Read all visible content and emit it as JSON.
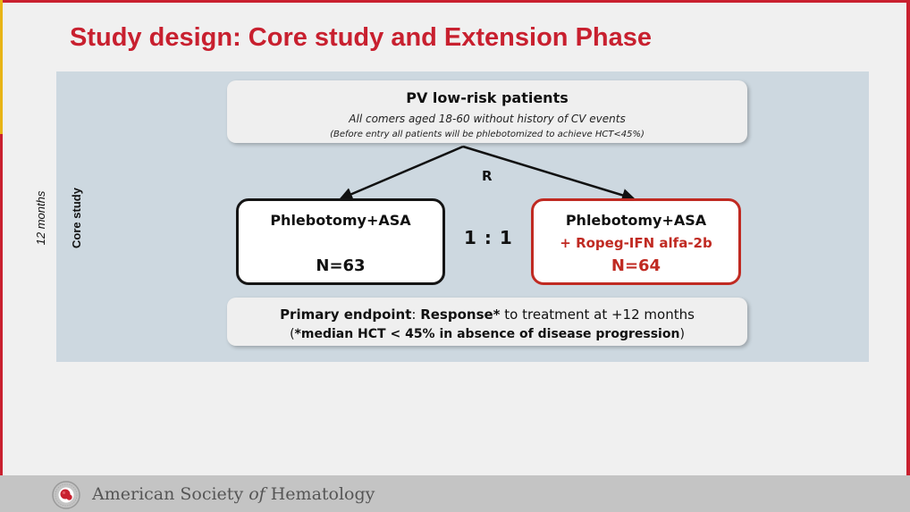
{
  "title": "Study design: Core study and Extension Phase",
  "side_labels": {
    "duration": "12 months",
    "phase": "Core study"
  },
  "population": {
    "title": "PV low-risk patients",
    "subtitle": "All comers aged 18-60 without history of CV events",
    "note": "(Before entry all patients will be phlebotomized to achieve HCT<45%)"
  },
  "randomization": {
    "label": "R",
    "ratio": "1 : 1"
  },
  "arms": [
    {
      "title": "Phlebotomy+ASA",
      "addition": "",
      "n": "N=63"
    },
    {
      "title": "Phlebotomy+ASA",
      "addition": "+ Ropeg-IFN alfa-2b",
      "n": "N=64"
    }
  ],
  "endpoint": {
    "label": "Primary endpoint",
    "sep": ": ",
    "response": "Response*",
    "rest": " to treatment at +12 months",
    "paren_open": "(",
    "criterion": "*median HCT < 45% in absence of disease progression",
    "paren_close": ")"
  },
  "footer": {
    "org_part1": "American Society ",
    "org_of": "of",
    "org_part2": " Hematology",
    "logo_icon": "ash-seal-icon"
  },
  "colors": {
    "accent_red": "#c8202f",
    "arm_red": "#c02a22",
    "panel_blue": "#cdd8e0"
  }
}
